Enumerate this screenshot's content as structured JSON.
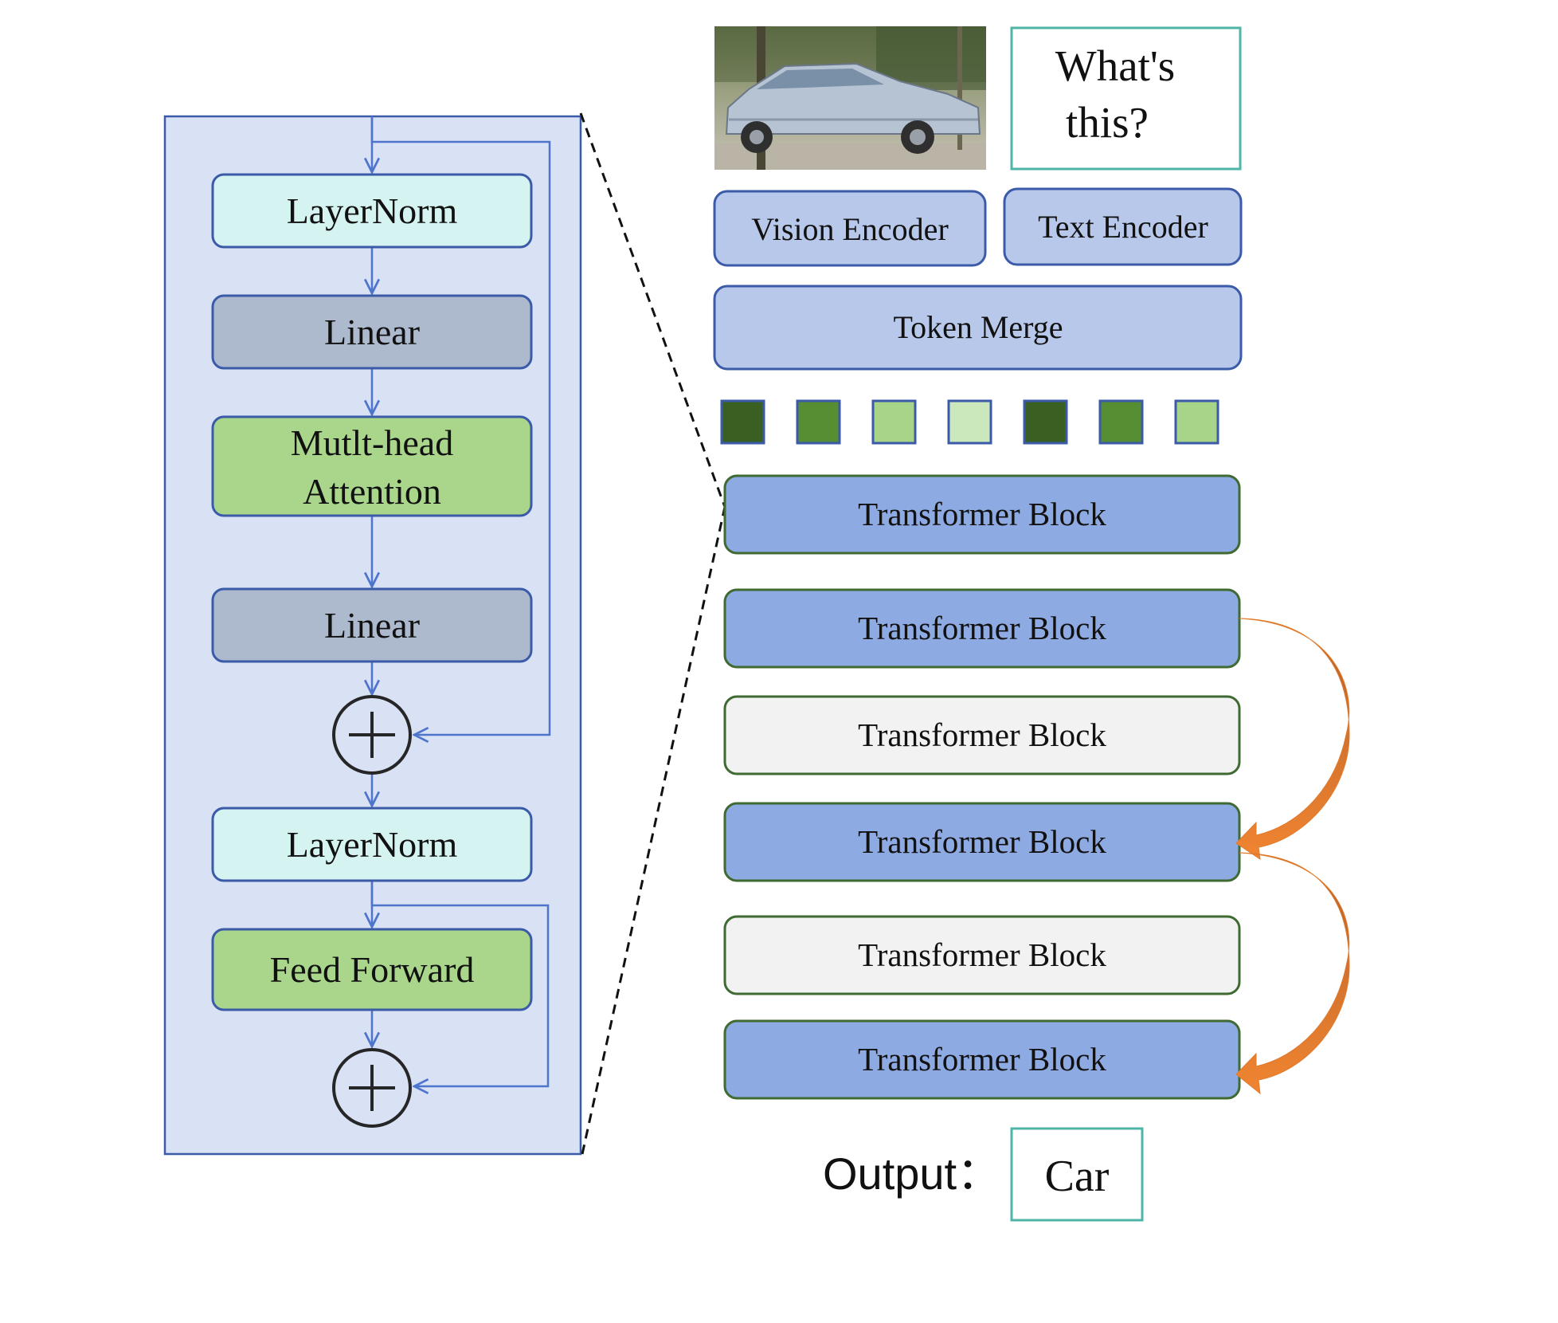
{
  "input": {
    "question": [
      "What's",
      "this?"
    ]
  },
  "encoders": {
    "vision": "Vision Encoder",
    "text": "Text Encoder",
    "merge": "Token Merge"
  },
  "tokens": [
    "#3a5f22",
    "#578e34",
    "#a8d48a",
    "#cbe7bc",
    "#3a5f22",
    "#578e34",
    "#a8d48a"
  ],
  "blocks": [
    {
      "label": "Transformer Block",
      "state": "active"
    },
    {
      "label": "Transformer Block",
      "state": "active"
    },
    {
      "label": "Transformer Block",
      "state": "skipped"
    },
    {
      "label": "Transformer Block",
      "state": "active"
    },
    {
      "label": "Transformer Block",
      "state": "skipped"
    },
    {
      "label": "Transformer Block",
      "state": "active"
    }
  ],
  "detail": {
    "layernorm1": "LayerNorm",
    "linear1": "Linear",
    "attention": [
      "Mutlt-head",
      "Attention"
    ],
    "linear2": "Linear",
    "layernorm2": "LayerNorm",
    "feedforward": "Feed Forward"
  },
  "output": {
    "label": "Output：",
    "value": "Car"
  },
  "colors": {
    "panel": "#d9e1f5",
    "arrow_blue": "#4f74cc",
    "block_active": "#8eaae2",
    "block_skipped": "#f2f2f2",
    "skip_arrow": "#ee8330",
    "layernorm": "#d5f3f0",
    "linear": "#adb9cd",
    "green_box": "#a9d68b"
  }
}
